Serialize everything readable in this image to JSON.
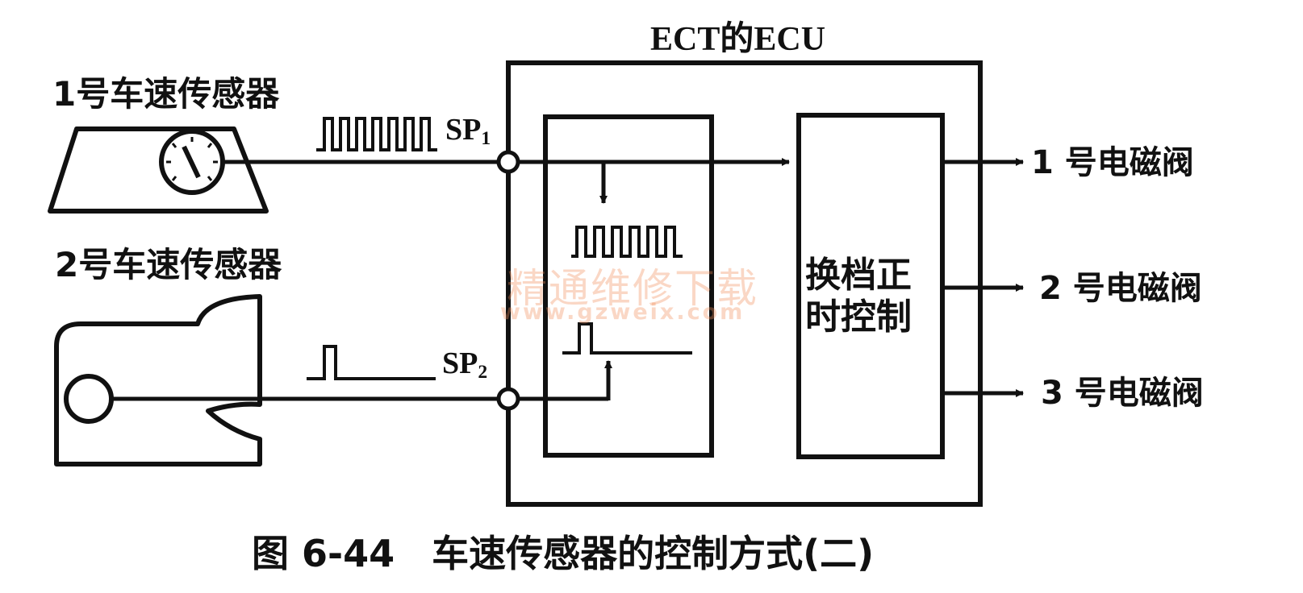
{
  "ecu_title": "ECT的ECU",
  "sensor1": {
    "label": "1号车速传感器",
    "signal": "SP",
    "signal_sub": "1"
  },
  "sensor2": {
    "label": "2号车速传感器",
    "signal": "SP",
    "signal_sub": "2"
  },
  "shift_block": {
    "line1": "换档正",
    "line2": "时控制"
  },
  "outputs": [
    "1 号电磁阀",
    "2 号电磁阀",
    "3 号电磁阀"
  ],
  "watermark": {
    "text": "精通维修下载",
    "url": "www.gzweix.com"
  },
  "caption": "图 6-44　车速传感器的控制方式(二)",
  "colors": {
    "line": "#111111",
    "watermark": "#f08c5a"
  }
}
